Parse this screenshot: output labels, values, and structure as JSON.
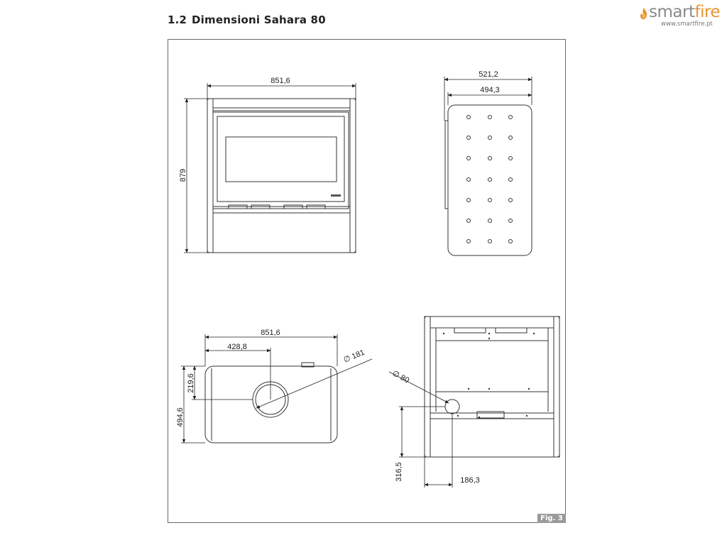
{
  "header": {
    "section_number": "1.2",
    "section_title": "Dimensioni Sahara 80"
  },
  "logo": {
    "word_smart": "smart",
    "word_fire": "fire",
    "url": "www.smartfire.pt",
    "flame_color": "#e89530",
    "icon": "flame-icon"
  },
  "drawing": {
    "figure_label": "Fig. 3",
    "front_view": {
      "width_label": "851,6",
      "height_label": "879"
    },
    "side_view": {
      "outer_depth_label": "521,2",
      "inner_depth_label": "494,3"
    },
    "top_view": {
      "width_label": "851,6",
      "flue_center_label": "428,8",
      "flue_diameter_label": "∅ 181",
      "flue_offset_label": "219,6",
      "depth_label": "494,6"
    },
    "rear_view": {
      "air_inlet_label": "∅ 80",
      "inlet_height_label": "316,5",
      "inlet_offset_label": "186,3"
    }
  }
}
